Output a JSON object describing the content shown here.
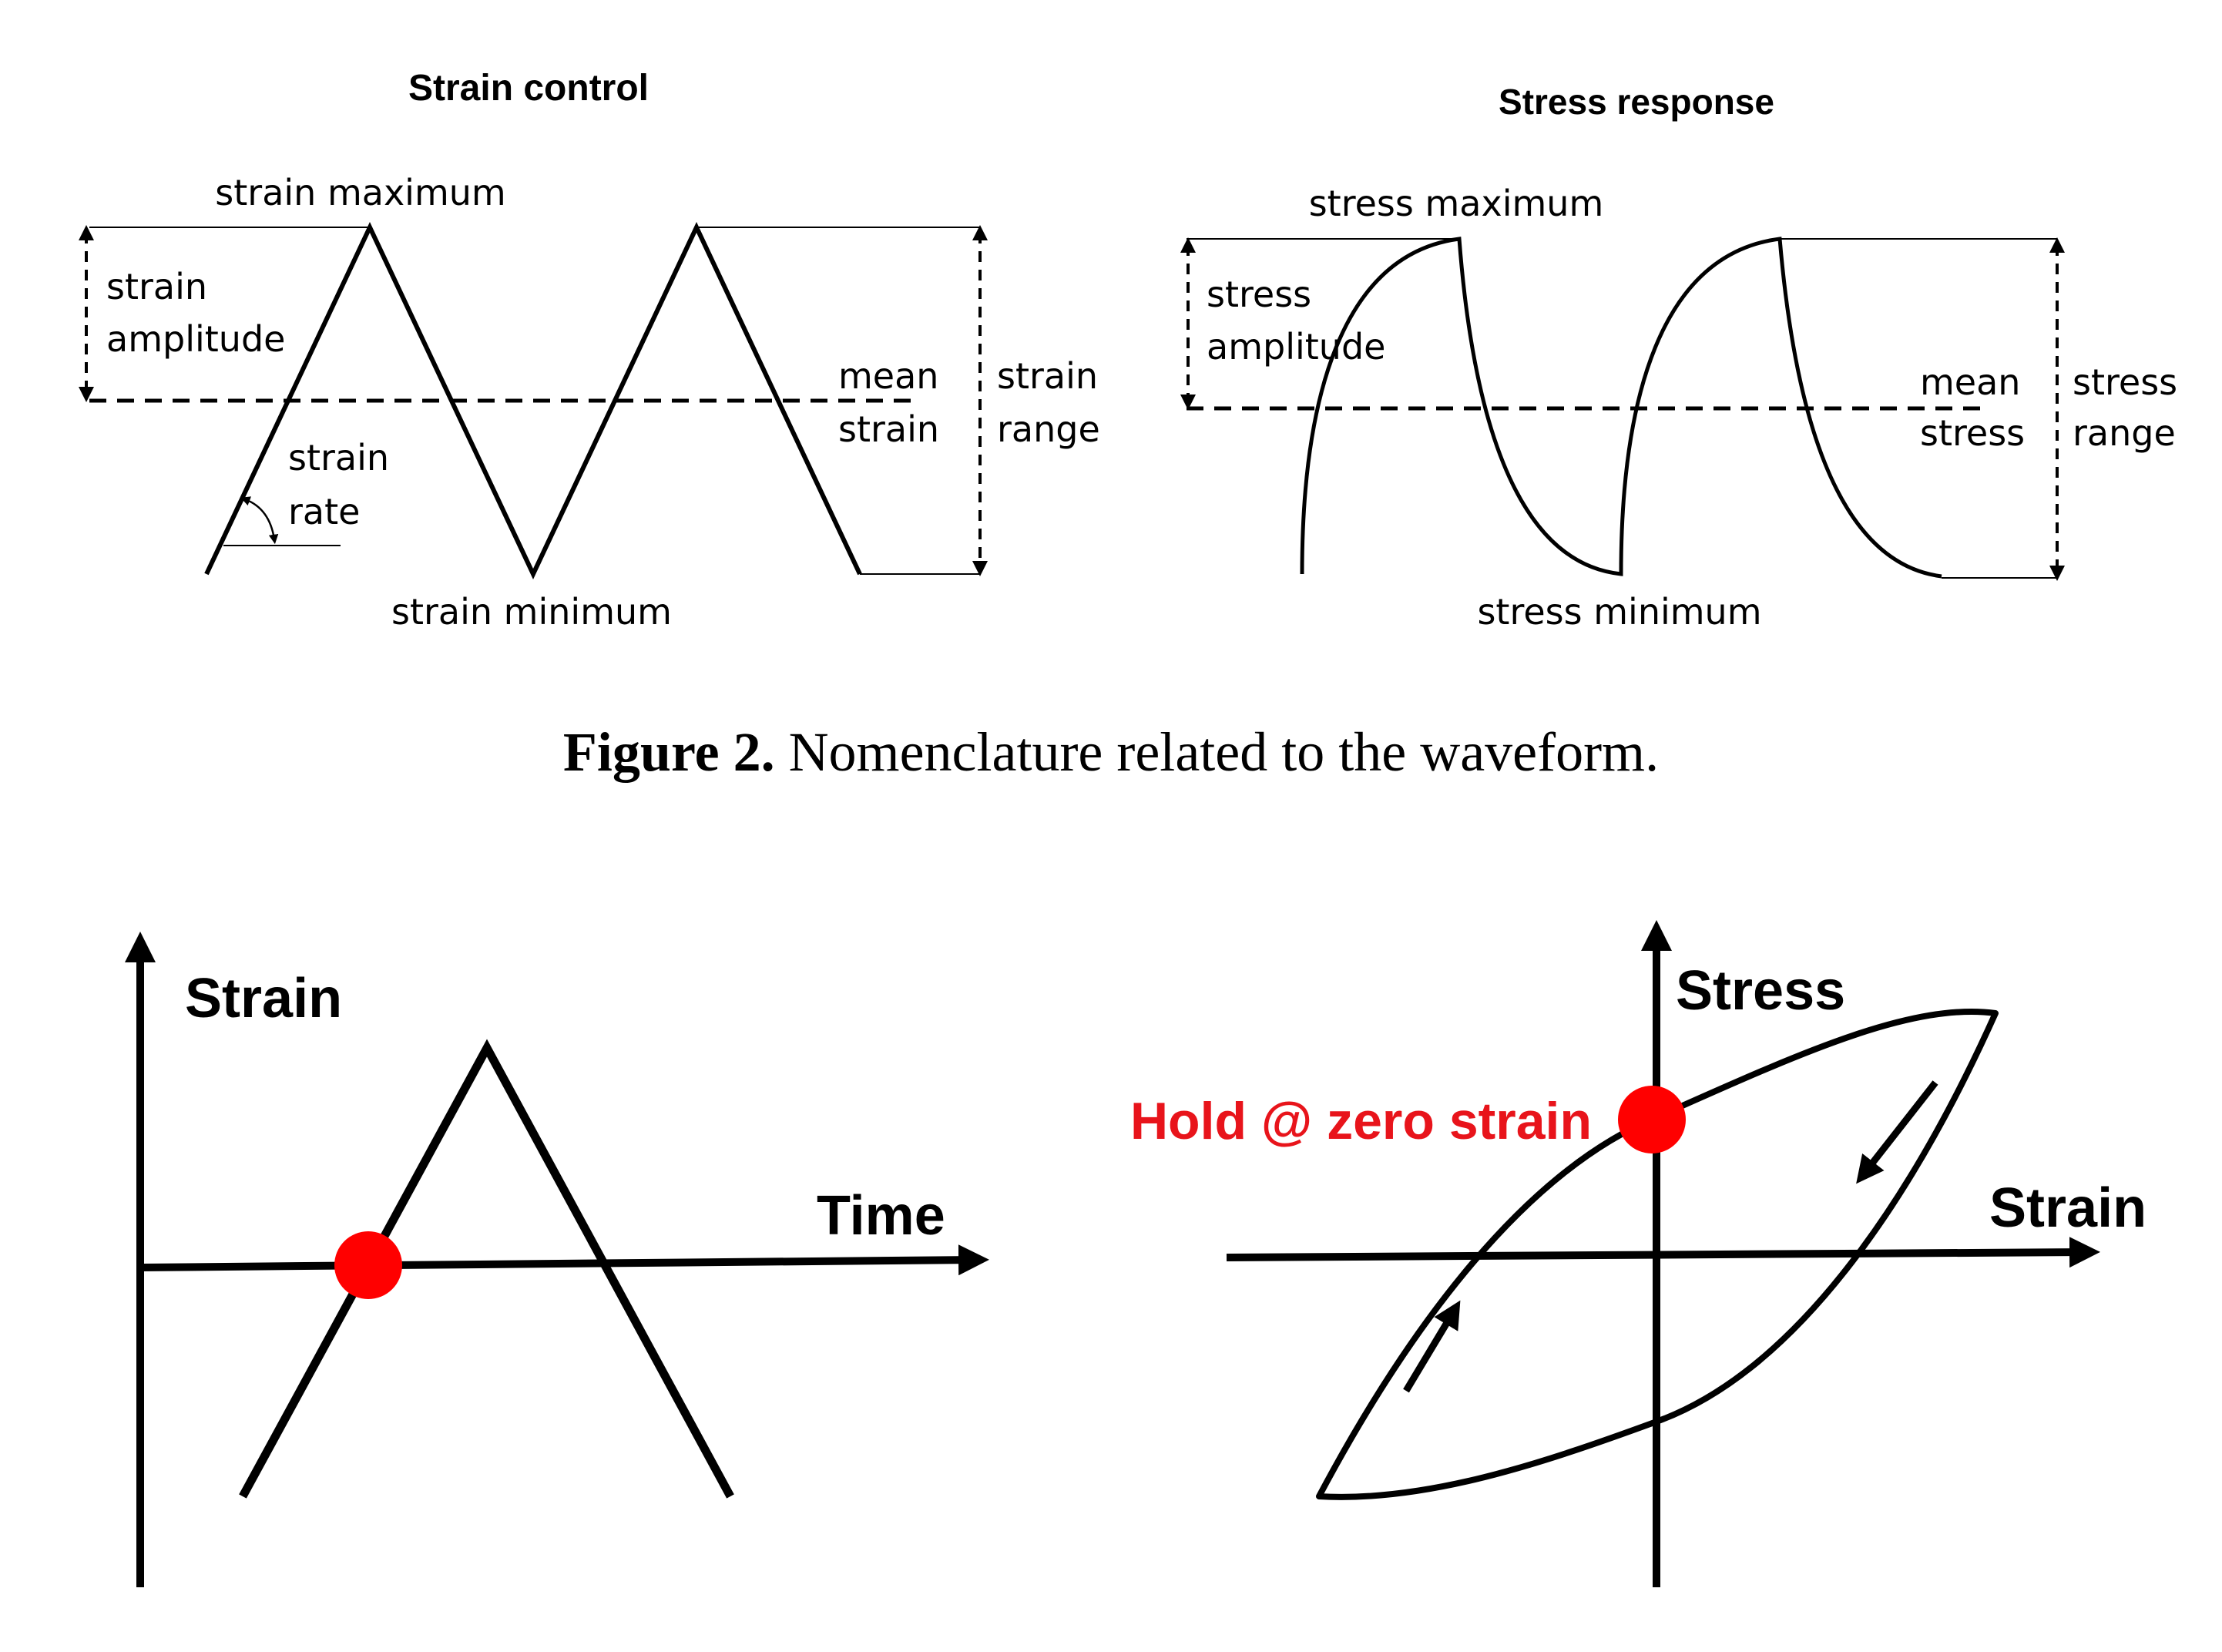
{
  "top_left": {
    "title": "Strain control",
    "labels": {
      "maximum": "strain maximum",
      "minimum": "strain minimum",
      "amplitude_1": "strain",
      "amplitude_2": "amplitude",
      "rate_1": "strain",
      "rate_2": "rate",
      "mean_1": "mean",
      "mean_2": "strain",
      "range_1": "strain",
      "range_2": "range"
    }
  },
  "top_right": {
    "title": "Stress response",
    "labels": {
      "maximum": "stress maximum",
      "minimum": "stress minimum",
      "amplitude_1": "stress",
      "amplitude_2": "amplitude",
      "mean_1": "mean",
      "mean_2": "stress",
      "range_1": "stress",
      "range_2": "range"
    }
  },
  "caption": {
    "number": "Figure 2.",
    "text": " Nomenclature related to the waveform."
  },
  "bottom_left": {
    "y_axis_label": "Strain",
    "x_axis_label": "Time"
  },
  "bottom_right": {
    "y_axis_label": "Stress",
    "x_axis_label": "Strain",
    "hold_label": "Hold @ zero strain"
  },
  "colors": {
    "line": "#000000",
    "highlight": "#ff0000",
    "hold_text": "#e8141b"
  }
}
